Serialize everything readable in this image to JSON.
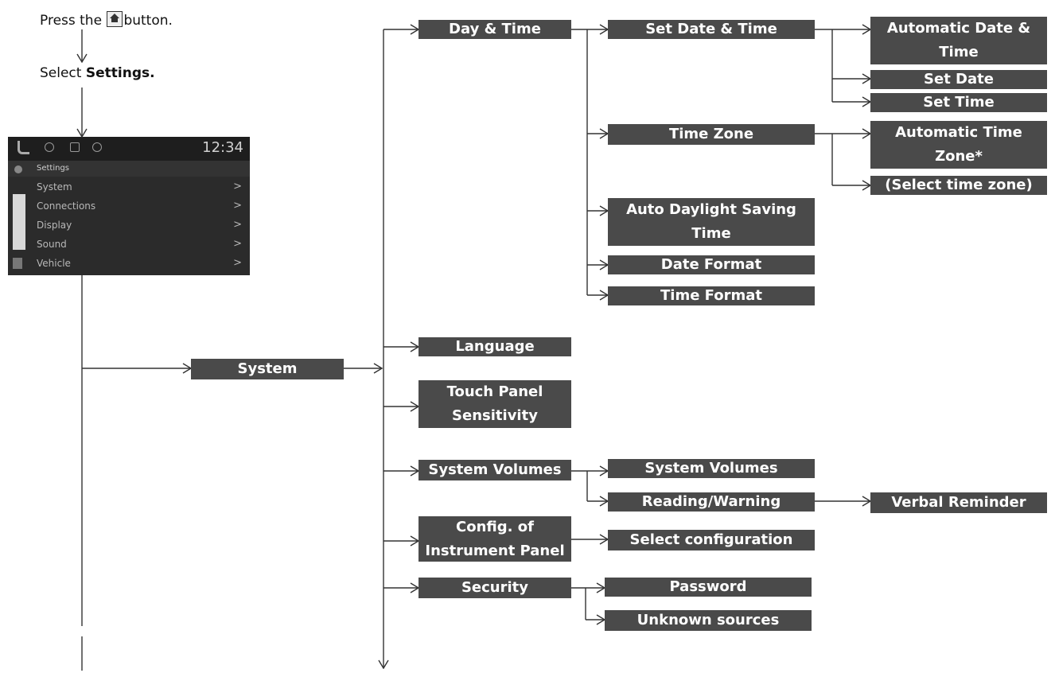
{
  "instructions": {
    "press_before": "Press the ",
    "press_after": "button.",
    "select_prefix": "Select ",
    "select_bold": "Settings",
    "select_suffix": "."
  },
  "screen": {
    "time": "12:34",
    "title": "Settings",
    "items": [
      "System",
      "Connections",
      "Display",
      "Sound",
      "Vehicle"
    ]
  },
  "menu": {
    "system": "System",
    "day_time": "Day & Time",
    "set_date_time": "Set Date & Time",
    "automatic_date_time": "Automatic Date &\nTime",
    "set_date": "Set Date",
    "set_time": "Set Time",
    "time_zone": "Time Zone",
    "automatic_time_zone": "Automatic Time\nZone*",
    "select_time_zone": "(Select time zone)",
    "auto_daylight": "Auto Daylight Saving\nTime",
    "date_format": "Date Format",
    "time_format": "Time Format",
    "language": "Language",
    "touch_panel": "Touch Panel\nSensitivity",
    "system_volumes": "System Volumes",
    "system_volumes_sub": "System Volumes",
    "reading_warning": "Reading/Warning",
    "verbal_reminder": "Verbal Reminder",
    "config_panel": "Config. of\nInstrument Panel",
    "select_configuration": "Select configuration",
    "security": "Security",
    "password": "Password",
    "unknown_sources": "Unknown sources"
  },
  "colors": {
    "box_fill": "#4a4a4a",
    "box_text": "#ffffff",
    "line": "#333333"
  }
}
